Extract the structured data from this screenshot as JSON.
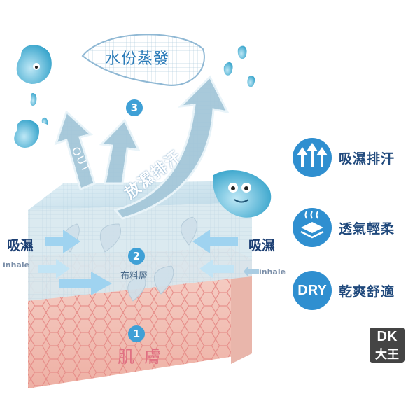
{
  "cloud_label": "水份蒸發",
  "arrow_out": "OUT",
  "arrow_release": "放濕排汗",
  "step_numbers": [
    "3",
    "2",
    "1"
  ],
  "left_absorb": "吸濕",
  "right_absorb": "吸濕",
  "left_inhale": "inhale",
  "right_inhale": "inhale",
  "fabric_layer": "布料層",
  "skin_label": "肌膚",
  "features": [
    {
      "icon": "arrows-up-icon",
      "label": "吸濕排汗"
    },
    {
      "icon": "steam-layers-icon",
      "label": "透氣輕柔"
    },
    {
      "icon": "dry-badge-icon",
      "badge": "DRY",
      "label": "乾爽舒適"
    }
  ],
  "logo": {
    "top": "DK",
    "bottom": "大王"
  },
  "colors": {
    "accent": "#2f8fd0",
    "skin": "#f2b9b0",
    "fabric": "#cfe4ee",
    "text_dark": "#1c3f73"
  }
}
